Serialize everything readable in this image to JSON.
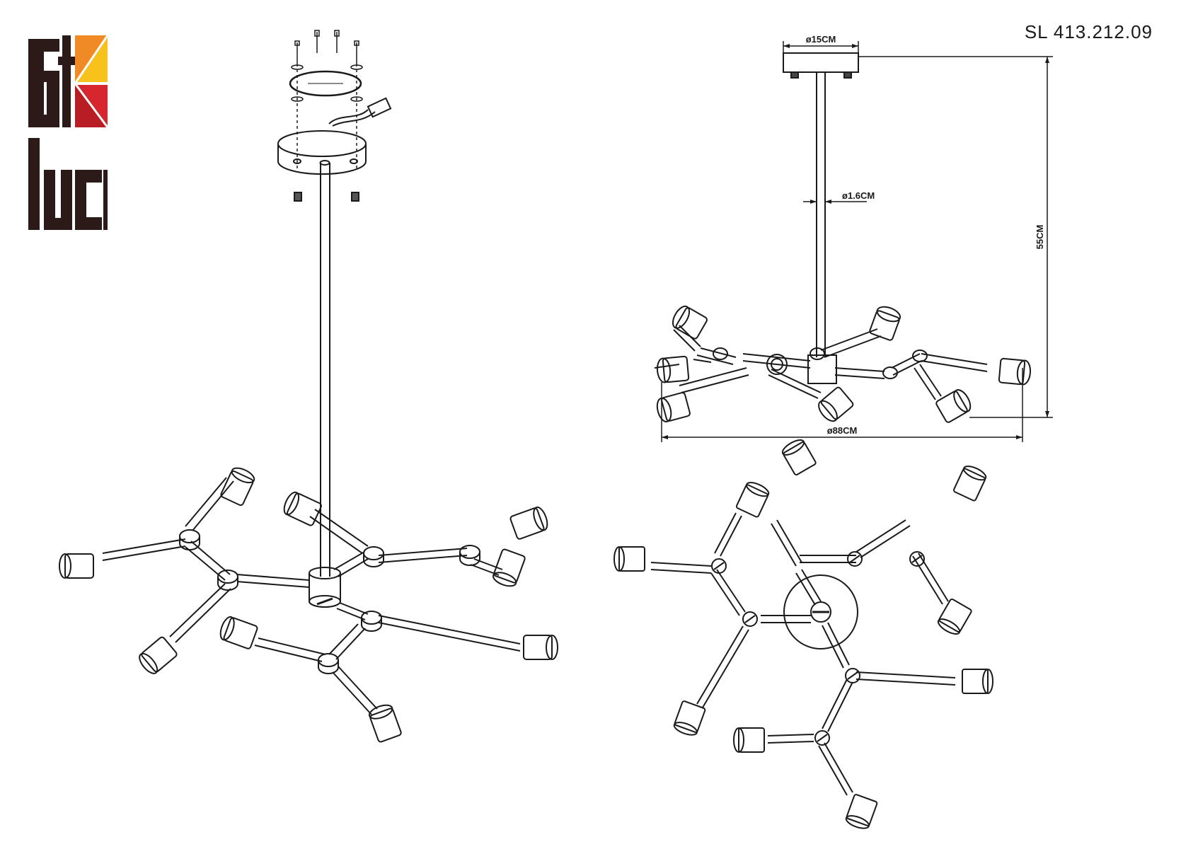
{
  "brand": {
    "logo_text": "st luce",
    "colors": {
      "letters": "#2b1a17",
      "orange": "#f08a24",
      "yellow": "#f7c21b",
      "red": "#d8262e",
      "dark_red": "#b71e24"
    }
  },
  "model_number": "SL 413.212.09",
  "dimensions": {
    "canopy_diameter": "ø15CM",
    "rod_diameter": "ø1.6CM",
    "height": "55CM",
    "total_diameter": "ø88CM"
  },
  "views": [
    "assembly-view",
    "side-elevation-view",
    "top-plan-view"
  ],
  "line_color": "#1a1a1a"
}
